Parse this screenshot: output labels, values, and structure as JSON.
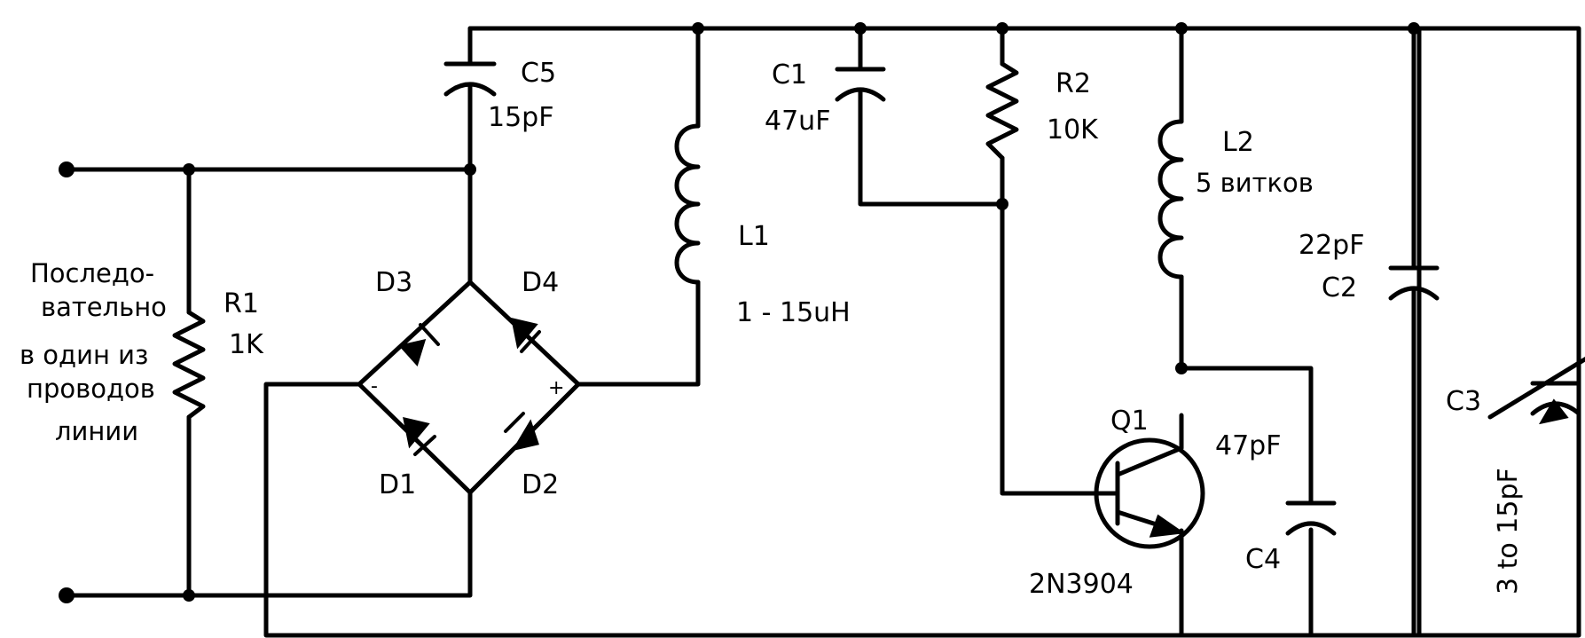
{
  "labels": {
    "c5_name": "C5",
    "c5_value": "15pF",
    "c1_name": "C1",
    "c1_value": "47uF",
    "r2_name": "R2",
    "r2_value": "10K",
    "l2_name": "L2",
    "l2_value": "5 витков",
    "l1_name": "L1",
    "l1_value": "1 - 15uH",
    "r1_name": "R1",
    "r1_value": "1K",
    "d3": "D3",
    "d4": "D4",
    "d1": "D1",
    "d2": "D2",
    "minus": "-",
    "plus": "+",
    "q1_name": "Q1",
    "q1_value": "2N3904",
    "c4_name": "C4",
    "c4_value": "47pF",
    "c2_name": "C2",
    "c2_value": "22pF",
    "c3_name": "C3",
    "c3_value": "3 to 15pF",
    "note_line1": "Последо-",
    "note_line2": "вательно",
    "note_line3": "в один из",
    "note_line4": "проводов",
    "note_line5": "линии"
  }
}
